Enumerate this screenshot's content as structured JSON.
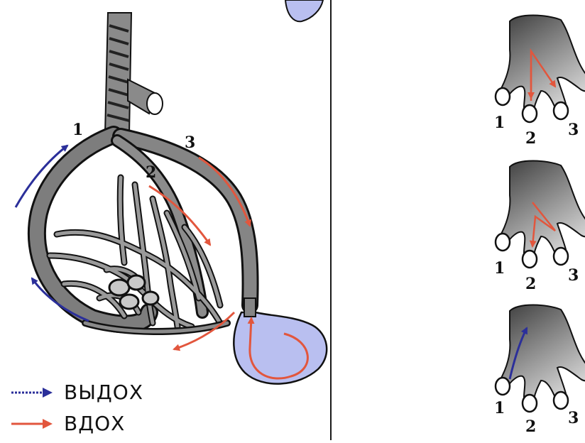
{
  "legend": {
    "exhale": {
      "label": "ВЫДОХ",
      "color": "#2b2f9a"
    },
    "inhale": {
      "label": "ВДОХ",
      "color": "#e2563d"
    }
  },
  "main_labels": {
    "bronchus1": "1",
    "bronchus2": "2",
    "bronchus3": "3"
  },
  "small_diagrams": [
    {
      "labels": [
        "1",
        "2",
        "3"
      ]
    },
    {
      "labels": [
        "1",
        "2",
        "3"
      ]
    },
    {
      "labels": [
        "1",
        "2",
        "3"
      ]
    }
  ],
  "colors": {
    "airway": "#777777",
    "airsac": "#b9bff0",
    "stroke": "#111111"
  }
}
